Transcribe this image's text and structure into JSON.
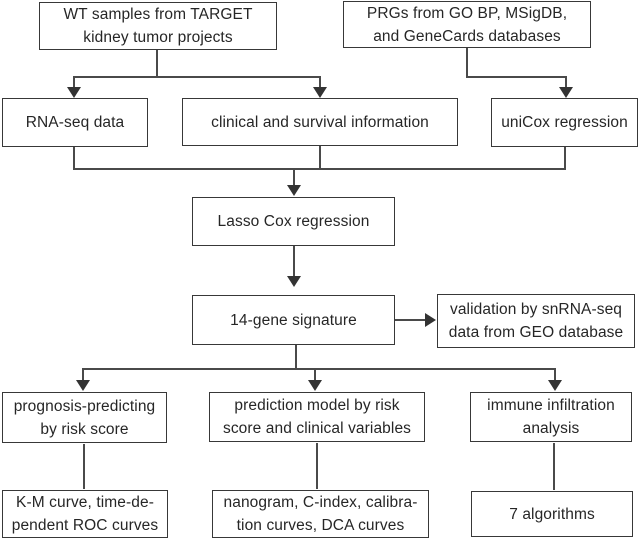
{
  "diagram": {
    "type": "flowchart",
    "colors": {
      "background": "#ffffff",
      "box_border": "#383838",
      "connector_line": "#4a4a4a",
      "arrowhead": "#333333",
      "text": "#262626"
    },
    "nodes": {
      "wt_samples": {
        "line1": "WT samples from TARGET",
        "line2": "kidney tumor projects"
      },
      "prgs": {
        "line1": "PRGs from GO BP, MSigDB,",
        "line2": "and GeneCards databases"
      },
      "rnaseq": {
        "line1": "RNA-seq data"
      },
      "clinical": {
        "line1": "clinical and survival information"
      },
      "unicox": {
        "line1": "uniCox regression"
      },
      "lasso": {
        "line1": "Lasso Cox regression"
      },
      "signature": {
        "line1": "14-gene signature"
      },
      "validation": {
        "line1": "validation by snRNA-seq",
        "line2": "data from GEO database"
      },
      "prognosis": {
        "line1": "prognosis-predicting",
        "line2": "by risk score"
      },
      "prediction": {
        "line1": "prediction model by risk",
        "line2": "score and clinical variables"
      },
      "immune": {
        "line1": "immune infiltration",
        "line2": "analysis"
      },
      "km_curve": {
        "line1": "K-M curve, time-de-",
        "line2": "pendent ROC curves"
      },
      "nomogram": {
        "line1": "nanogram, C-index, calibra-",
        "line2": "tion curves, DCA curves"
      },
      "algorithms": {
        "line1": "7 algorithms"
      }
    }
  }
}
